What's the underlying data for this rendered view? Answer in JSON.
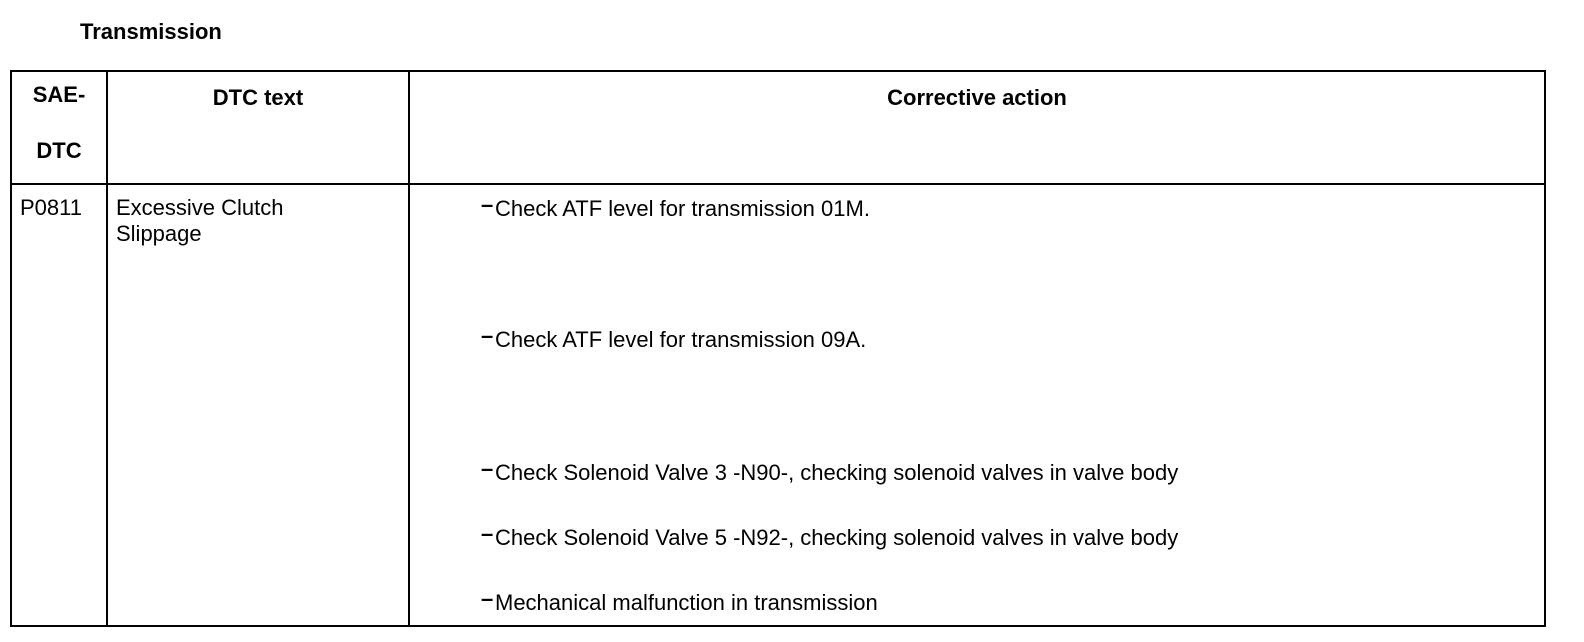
{
  "section": {
    "title": "Transmission"
  },
  "table": {
    "headers": {
      "code_line1": "SAE-",
      "code_line2": "DTC",
      "text": "DTC text",
      "action": "Corrective action"
    },
    "rows": [
      {
        "code": "P0811",
        "text_line1": "Excessive Clutch",
        "text_line2": "Slippage",
        "actions": [
          {
            "bullet": "–",
            "text": "Check ATF level for transmission 01M."
          },
          {
            "bullet": "–",
            "text": "Check ATF level for transmission 09A."
          },
          {
            "bullet": "–",
            "text": "Check Solenoid Valve 3 -N90-, checking solenoid valves in valve body"
          },
          {
            "bullet": "–",
            "text": "Check Solenoid Valve 5 -N92-, checking solenoid valves in valve body"
          },
          {
            "bullet": "–",
            "text": "Mechanical malfunction in transmission"
          }
        ]
      }
    ]
  }
}
